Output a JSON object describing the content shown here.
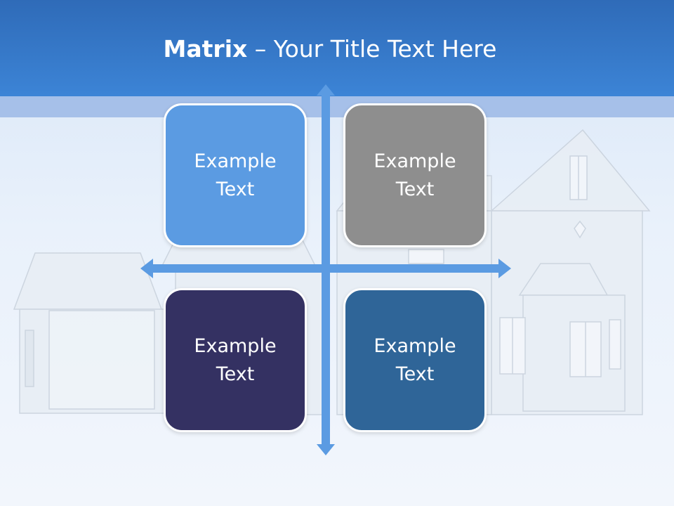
{
  "slide": {
    "title_bold": "Matrix",
    "title_rest": " – Your Title Text Here"
  },
  "matrix": {
    "cells": [
      {
        "position": "top-left",
        "text": "Example Text",
        "color": "#5b9be2"
      },
      {
        "position": "top-right",
        "text": "Example Text",
        "color": "#8e8e8e"
      },
      {
        "position": "bottom-left",
        "text": "Example Text",
        "color": "#343162"
      },
      {
        "position": "bottom-right",
        "text": "Example Text",
        "color": "#2f6598"
      }
    ],
    "arrow_color": "#5b9be2"
  }
}
